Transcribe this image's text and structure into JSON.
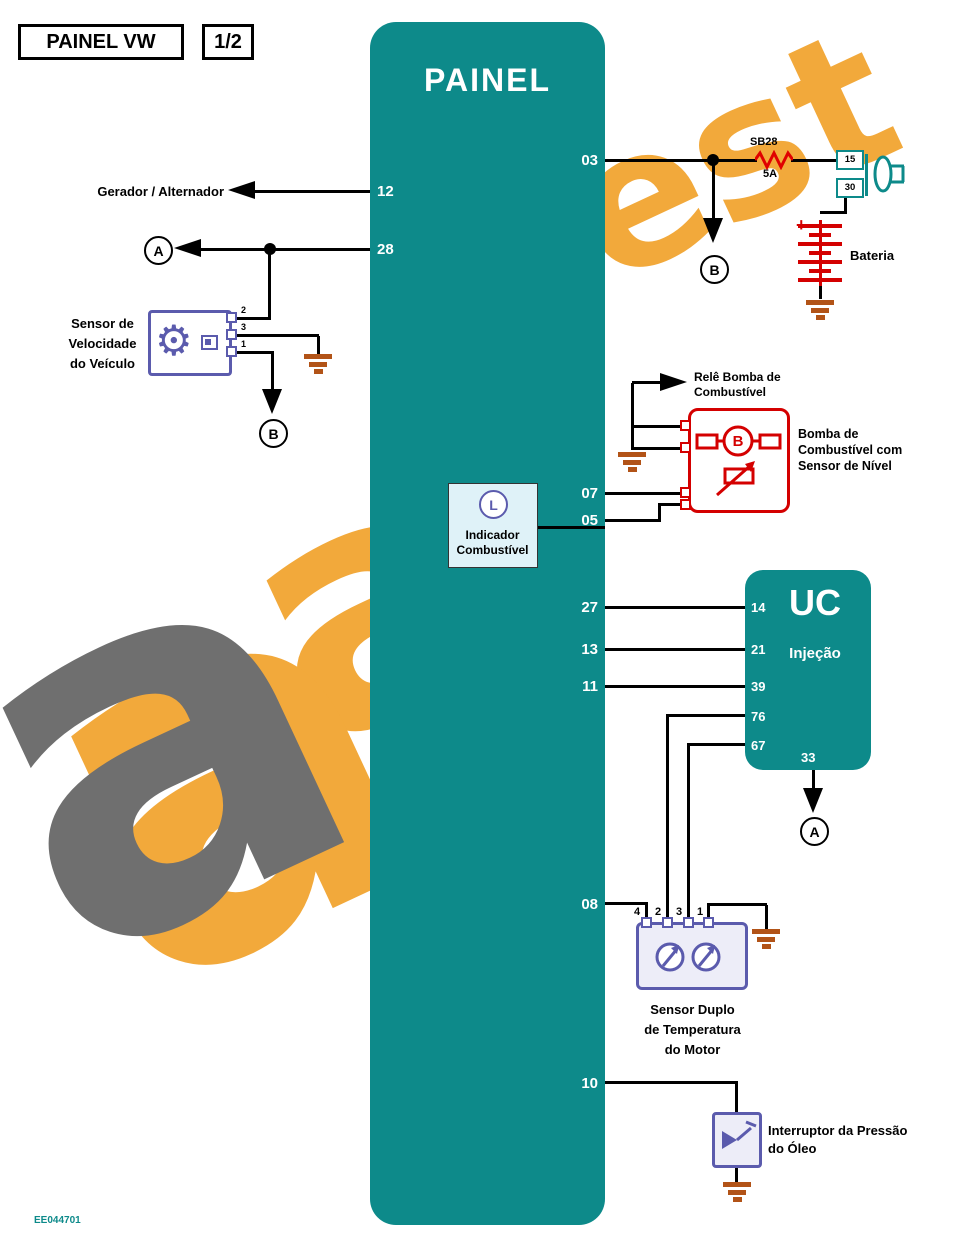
{
  "header": {
    "title": "PAINEL VW",
    "page": "1/2"
  },
  "panel": {
    "title": "PAINEL",
    "pins": {
      "p12": "12",
      "p28": "28",
      "p03": "03",
      "p07": "07",
      "p05": "05",
      "p27": "27",
      "p13": "13",
      "p11": "11",
      "p08": "08",
      "p10": "10"
    }
  },
  "uc": {
    "title": "UC",
    "subtitle": "Injeção",
    "pins": {
      "p14": "14",
      "p21": "21",
      "p39": "39",
      "p76": "76",
      "p67": "67",
      "p33": "33"
    }
  },
  "connectors": {
    "a": "A",
    "b": "B"
  },
  "gerador": {
    "label": "Gerador / Alternador"
  },
  "sensor_velocidade": {
    "line1": "Sensor de",
    "line2": "Velocidade",
    "line3": "do Veículo",
    "pin2": "2",
    "pin3": "3",
    "pin1": "1"
  },
  "fuse": {
    "name": "SB28",
    "rating": "5A"
  },
  "ignition": {
    "pin15": "15",
    "pin30": "30"
  },
  "bateria": {
    "label": "Bateria",
    "plus": "+"
  },
  "rele": {
    "line1": "Relê Bomba de",
    "line2": "Combustível"
  },
  "bomba": {
    "line1": "Bomba de",
    "line2": "Combustível com",
    "line3": "Sensor de Nível",
    "b": "B"
  },
  "indicador": {
    "line1": "Indicador",
    "line2": "Combustível",
    "l": "L"
  },
  "sensor_temp": {
    "line1": "Sensor Duplo",
    "line2": "de Temperatura",
    "line3": "do Motor",
    "pin4": "4",
    "pin2": "2",
    "pin3": "3",
    "pin1": "1"
  },
  "interruptor": {
    "line1": "Interruptor da Pressão",
    "line2": "do Óleo"
  },
  "doc_code": "EE044701",
  "icons": {
    "gear": "⚙"
  },
  "watermark": {
    "part1": "a",
    "part2": "a",
    "part3": "est"
  },
  "colors": {
    "teal": "#0D8A8A",
    "purple": "#5B5BAD",
    "red": "#D40000",
    "ground": "#B25317",
    "wm_orange": "#F2A93B",
    "wm_gray": "#6F6F6F"
  }
}
